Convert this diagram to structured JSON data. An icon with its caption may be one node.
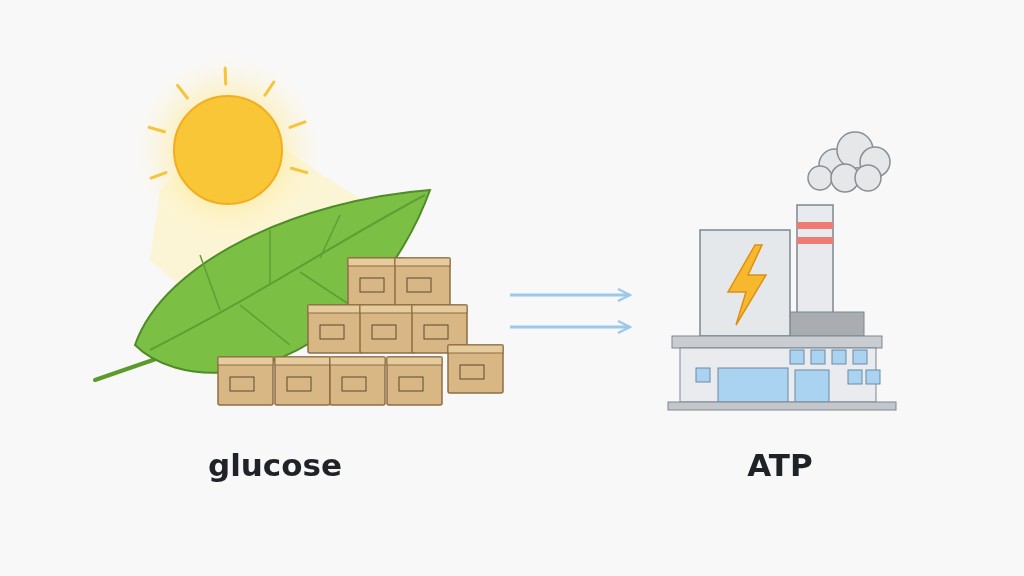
{
  "diagram": {
    "nodes": [
      {
        "text": [],
        "shape": "picture",
        "beside": [
          "glucose"
        ]
      },
      {
        "text": [],
        "shape": "picture",
        "beside": [
          "ATP"
        ]
      }
    ],
    "edges": [
      {
        "from": 0,
        "to": 1,
        "arrow": "to"
      },
      {
        "from": 0,
        "to": 1,
        "arrow": "to"
      }
    ]
  }
}
